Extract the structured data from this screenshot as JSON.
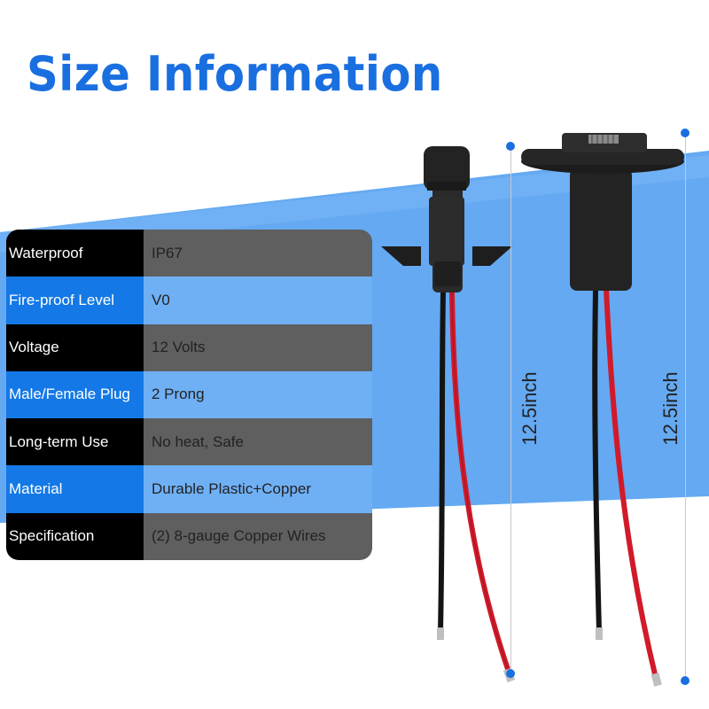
{
  "title": "Size Information",
  "specs": [
    {
      "label": "Waterproof",
      "value": "IP67"
    },
    {
      "label": "Fire-proof Level",
      "value": "V0"
    },
    {
      "label": "Voltage",
      "value": "12 Volts"
    },
    {
      "label": "Male/Female Plug",
      "value": "2 Prong"
    },
    {
      "label": "Long-term Use",
      "value": "No heat, Safe"
    },
    {
      "label": "Material",
      "value": "Durable Plastic+Copper"
    },
    {
      "label": "Specification",
      "value": "(2) 8-gauge Copper Wires"
    }
  ],
  "dimensions": {
    "left_length": "12.5inch",
    "right_length": "12.5inch"
  },
  "colors": {
    "accent": "#1a6fe0",
    "band": "#64a9f2",
    "wire_red": "#d11a2a",
    "wire_black": "#141414"
  }
}
